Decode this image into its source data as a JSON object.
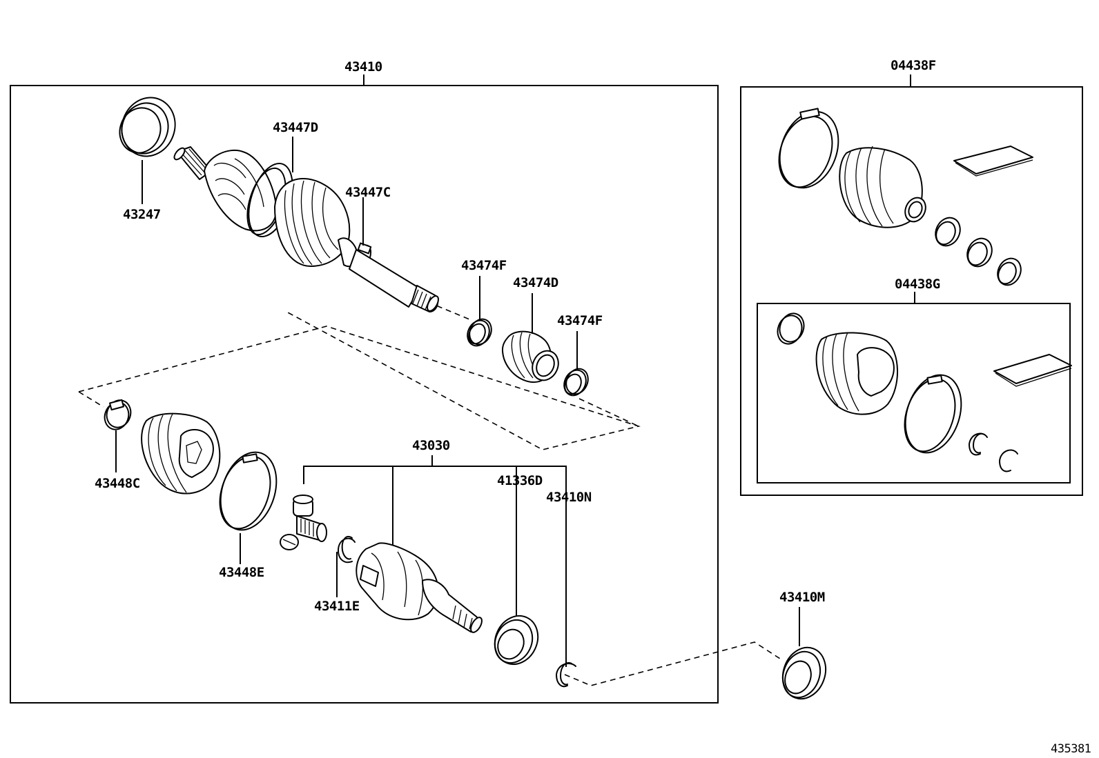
{
  "diagram_id": "435381",
  "labels": {
    "assembly": "43410",
    "outer_seal": "43247",
    "outer_boot_clamp_large": "43447D",
    "outer_boot_clamp_small": "43447C",
    "inner_boot_clamp_f1": "43474F",
    "inner_boot": "43474D",
    "inner_boot_clamp_f2": "43474F",
    "inner_clamp_c": "43448C",
    "inner_clamp_e": "43448E",
    "inboard_joint": "43030",
    "dust_seal": "41336D",
    "snap_ring_n": "43410N",
    "snap_ring_e": "43411E",
    "outboard_seal_m": "43410M",
    "boot_kit_outer": "04438F",
    "boot_kit_inner": "04438G"
  }
}
